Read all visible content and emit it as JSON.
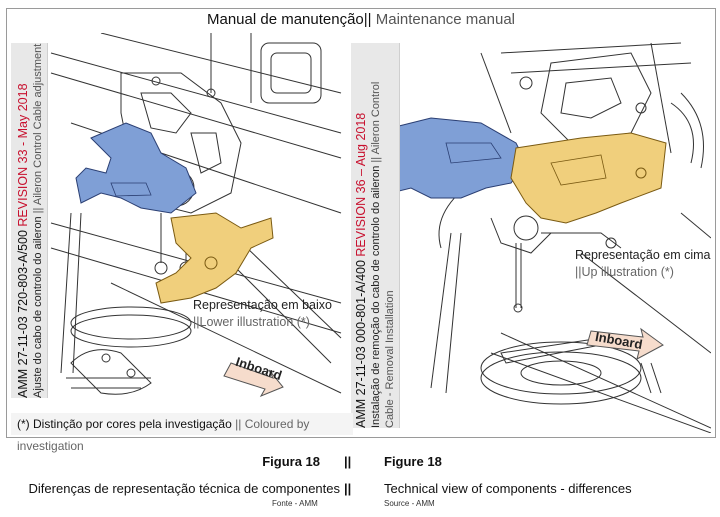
{
  "title": {
    "pt": "Manual de manutenção",
    "sep": "||",
    "en": "Maintenance manual"
  },
  "left_panel": {
    "ref": "AMM 27-11-03 720-803-A/500",
    "revision": "REVISION 33 - May 2018",
    "desc_pt": "Ajuste do cabo de controlo do aileron",
    "sep": "||",
    "desc_en": "Aileron Control Cable  adjustment",
    "rep_pt": "Representação em baixo",
    "rep_sep": "||",
    "rep_en": "Lower illustration (*)",
    "inboard": "Inboard"
  },
  "right_panel": {
    "ref": "AMM 27-11-03 000-801-A/400",
    "revision": "REVISION 36 – Aug 2018",
    "desc_pt": "Instalação de remoção do cabo de controlo do aileron",
    "sep": "||",
    "desc_en_1": "Aileron Control",
    "desc_en_2": "Cable - Removal Installation",
    "rep_pt": "Representação em cima",
    "rep_sep": "||",
    "rep_en": "Up illustration (*)",
    "inboard": "Inboard"
  },
  "footnote": {
    "pt": "(*) Distinção por cores pela investigação",
    "sep": "||",
    "en": "Coloured by investigation"
  },
  "caption": {
    "fig_pt": "Figura 18",
    "fig_sep": "||",
    "fig_en": "Figure 18",
    "desc_pt": "Diferenças de representação técnica de componentes",
    "desc_sep": "||",
    "desc_en": "Technical view of components - differences",
    "src_pt": "Fonte - AMM",
    "src_en": "Source - AMM"
  },
  "colors": {
    "blue_part": "#7f9fd6",
    "yellow_part": "#f0cf7c",
    "revision_red": "#c8102e"
  }
}
